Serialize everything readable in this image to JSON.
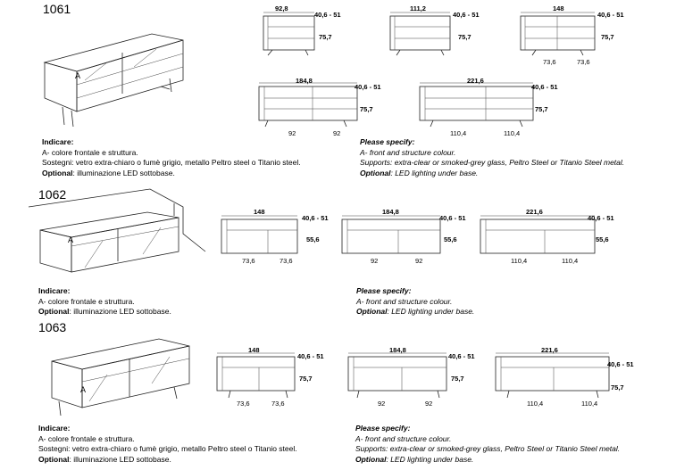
{
  "sections": [
    {
      "code": "1061",
      "it": {
        "title": "Indicare:",
        "line1": "A- colore frontale e struttura.",
        "line2": "Sostegni: vetro extra-chiaro o fumè grigio, metallo Peltro steel o Titanio steel.",
        "opt_label": "Optional",
        "opt_text": ": illuminazione LED sottobase."
      },
      "en": {
        "title": "Please specify:",
        "line1": "A- front and structure colour.",
        "line2": "Supports: extra-clear or smoked-grey glass, Peltro Steel or Titanio Steel metal.",
        "opt_label": "Optional",
        "opt_text": ": LED lighting under base."
      },
      "variants": [
        {
          "width": "92,8",
          "depth": "40,6 - 51",
          "height": "75,7",
          "subs": []
        },
        {
          "width": "111,2",
          "depth": "40,6 - 51",
          "height": "75,7",
          "subs": []
        },
        {
          "width": "148",
          "depth": "40,6 - 51",
          "height": "75,7",
          "subs": [
            "73,6",
            "73,6"
          ]
        },
        {
          "width": "184,8",
          "depth": "40,6 - 51",
          "height": "75,7",
          "subs": [
            "92",
            "92"
          ]
        },
        {
          "width": "221,6",
          "depth": "40,6 - 51",
          "height": "75,7",
          "subs": [
            "110,4",
            "110,4"
          ]
        }
      ],
      "marker": "A"
    },
    {
      "code": "1062",
      "it": {
        "title": "Indicare:",
        "line1": "A- colore frontale e struttura.",
        "opt_label": "Optional",
        "opt_text": ": illuminazione LED sottobase."
      },
      "en": {
        "title": "Please specify:",
        "line1": "A- front and structure colour.",
        "opt_label": "Optional",
        "opt_text": ": LED lighting under base."
      },
      "variants": [
        {
          "width": "148",
          "depth": "40,6 - 51",
          "height": "55,6",
          "subs": [
            "73,6",
            "73,6"
          ]
        },
        {
          "width": "184,8",
          "depth": "40,6 - 51",
          "height": "55,6",
          "subs": [
            "92",
            "92"
          ]
        },
        {
          "width": "221,6",
          "depth": "40,6 - 51",
          "height": "55,6",
          "subs": [
            "110,4",
            "110,4"
          ]
        }
      ],
      "marker": "A"
    },
    {
      "code": "1063",
      "it": {
        "title": "Indicare:",
        "line1": "A- colore frontale e struttura.",
        "line2": "Sostegni: vetro extra-chiaro o fumè grigio, metallo Peltro steel o Titanio steel.",
        "opt_label": "Optional",
        "opt_text": ": illuminazione LED sottobase."
      },
      "en": {
        "title": "Please specify:",
        "line1": "A- front and structure colour.",
        "line2": "Supports: extra-clear or smoked-grey glass, Peltro Steel or Titanio Steel metal.",
        "opt_label": "Optional",
        "opt_text": ": LED lighting under base."
      },
      "variants": [
        {
          "width": "148",
          "depth": "40,6 - 51",
          "height": "75,7",
          "subs": [
            "73,6",
            "73,6"
          ]
        },
        {
          "width": "184,8",
          "depth": "40,6 - 51",
          "height": "75,7",
          "subs": [
            "92",
            "92"
          ]
        },
        {
          "width": "221,6",
          "depth": "40,6 - 51",
          "height": "75,7",
          "subs": [
            "110,4",
            "110,4"
          ]
        }
      ],
      "marker": "A"
    }
  ]
}
